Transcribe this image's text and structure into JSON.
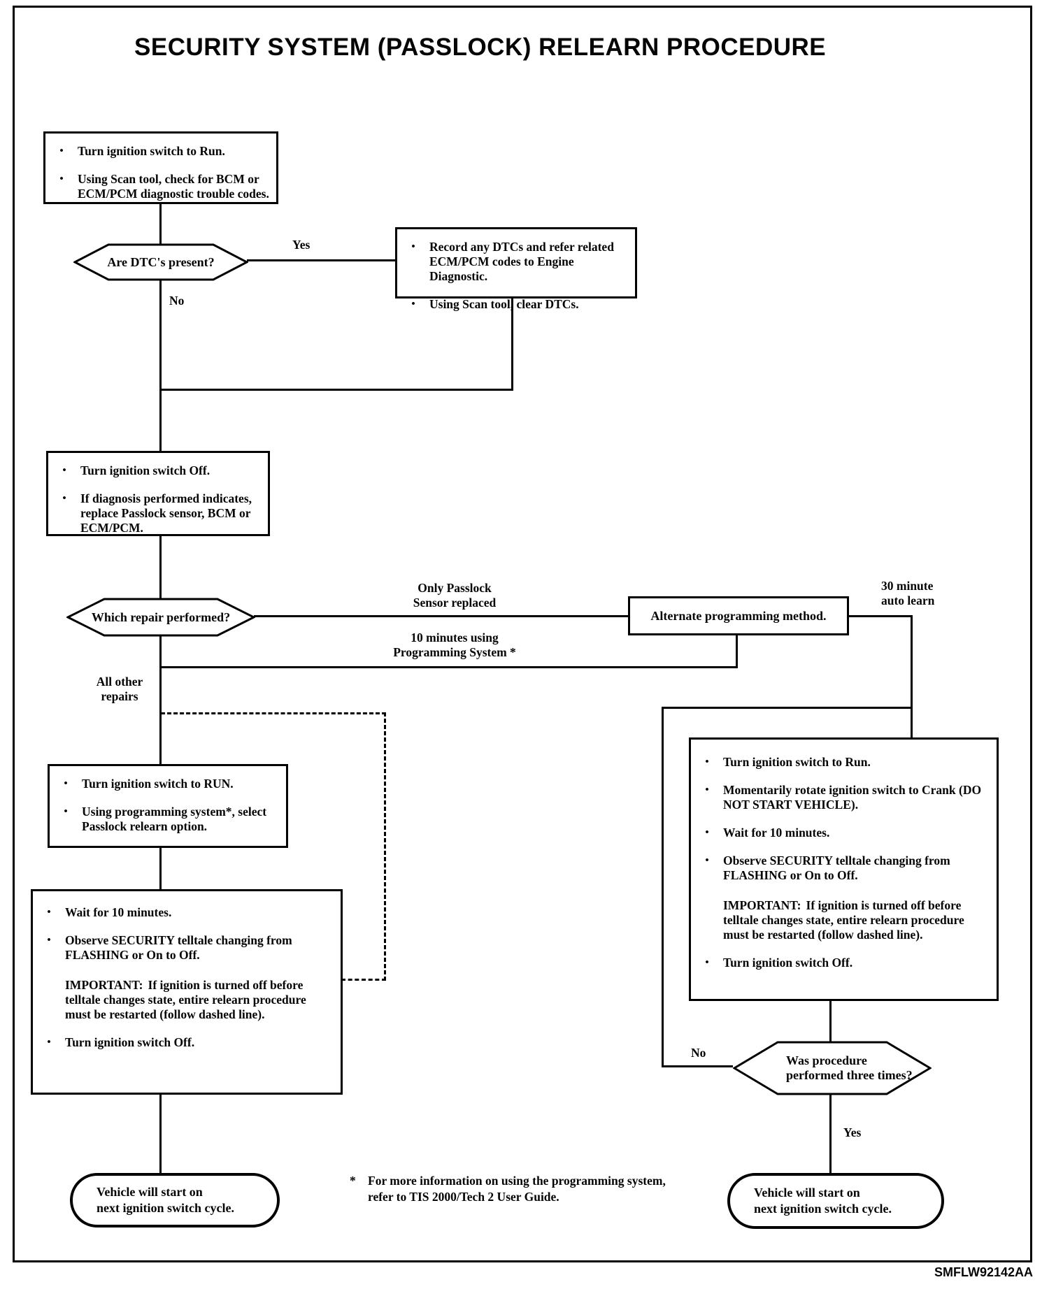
{
  "title": "SECURITY SYSTEM (PASSLOCK) RELEARN PROCEDURE",
  "page_code": "SMFLW92142AA",
  "bullet_char": "•",
  "nodes": {
    "start_box": {
      "bullets": [
        "Turn ignition switch to Run.",
        "Using Scan tool, check for BCM or ECM/PCM diagnostic trouble codes."
      ]
    },
    "dtc_decision": {
      "label": "Are DTC's present?"
    },
    "record_box": {
      "bullets": [
        "Record any DTCs and refer related ECM/PCM codes to Engine Diagnostic.",
        "Using Scan tool, clear DTCs."
      ]
    },
    "ignition_off_box": {
      "bullets": [
        "Turn ignition switch Off.",
        "If diagnosis performed indicates, replace Passlock sensor, BCM or ECM/PCM."
      ]
    },
    "repair_decision": {
      "label": "Which repair performed?"
    },
    "alternate_box": {
      "label": "Alternate programming method."
    },
    "relearn_box": {
      "bullets": [
        "Turn ignition switch to RUN.",
        "Using programming system*, select Passlock relearn option."
      ]
    },
    "wait_box": {
      "bullets": [
        "Wait for 10 minutes.",
        "Observe SECURITY telltale changing from FLASHING or On to Off."
      ],
      "important_label": "IMPORTANT:",
      "important_text": "If ignition is turned off before telltale changes state, entire relearn procedure must be restarted (follow dashed line).",
      "last_bullet": "Turn ignition switch Off."
    },
    "crank_box": {
      "bullets": [
        "Turn ignition switch to Run.",
        "Momentarily rotate ignition switch to Crank (DO NOT START VEHICLE).",
        "Wait for 10 minutes.",
        "Observe SECURITY telltale changing from FLASHING or On to Off."
      ],
      "important_label": "IMPORTANT:",
      "important_text": "If ignition is turned off before telltale changes state, entire relearn procedure must be restarted (follow dashed line).",
      "last_bullet": "Turn ignition switch Off."
    },
    "three_times_decision": {
      "line1": "Was procedure",
      "line2": "performed three times?"
    },
    "left_terminal": {
      "line1": "Vehicle will start on",
      "line2": "next ignition switch cycle."
    },
    "right_terminal": {
      "line1": "Vehicle will start on",
      "line2": "next ignition switch cycle."
    }
  },
  "labels": {
    "yes_top": "Yes",
    "no_top": "No",
    "only_passlock": {
      "line1": "Only Passlock",
      "line2": "Sensor replaced"
    },
    "ten_minutes": {
      "line1": "10 minutes using",
      "line2": "Programming System *"
    },
    "thirty_minute": {
      "line1": "30 minute",
      "line2": "auto learn"
    },
    "all_other": {
      "line1": "All other",
      "line2": "repairs"
    },
    "no_bottom": "No",
    "yes_bottom": "Yes"
  },
  "footnote": {
    "marker": "*",
    "line1": "For more information on using the programming system,",
    "line2": "refer to TIS 2000/Tech 2 User Guide."
  }
}
